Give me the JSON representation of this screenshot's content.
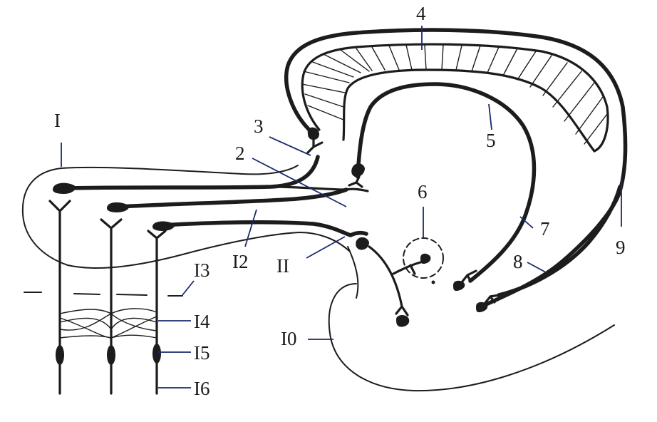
{
  "labels": [
    {
      "id": "l1",
      "text": "I"
    },
    {
      "id": "l2",
      "text": "2"
    },
    {
      "id": "l3",
      "text": "3"
    },
    {
      "id": "l4",
      "text": "4"
    },
    {
      "id": "l5",
      "text": "5"
    },
    {
      "id": "l6",
      "text": "6"
    },
    {
      "id": "l7",
      "text": "7"
    },
    {
      "id": "l8",
      "text": "8"
    },
    {
      "id": "l9",
      "text": "9"
    },
    {
      "id": "l10",
      "text": "I0"
    },
    {
      "id": "l11",
      "text": "II"
    },
    {
      "id": "l12",
      "text": "I2"
    },
    {
      "id": "l13",
      "text": "I3"
    },
    {
      "id": "l14",
      "text": "I4"
    },
    {
      "id": "l15",
      "text": "I5"
    },
    {
      "id": "l16",
      "text": "I6"
    }
  ],
  "colors": {
    "ink": "#1c1c1c",
    "leader": "#1a2a6c",
    "background": "#ffffff"
  }
}
